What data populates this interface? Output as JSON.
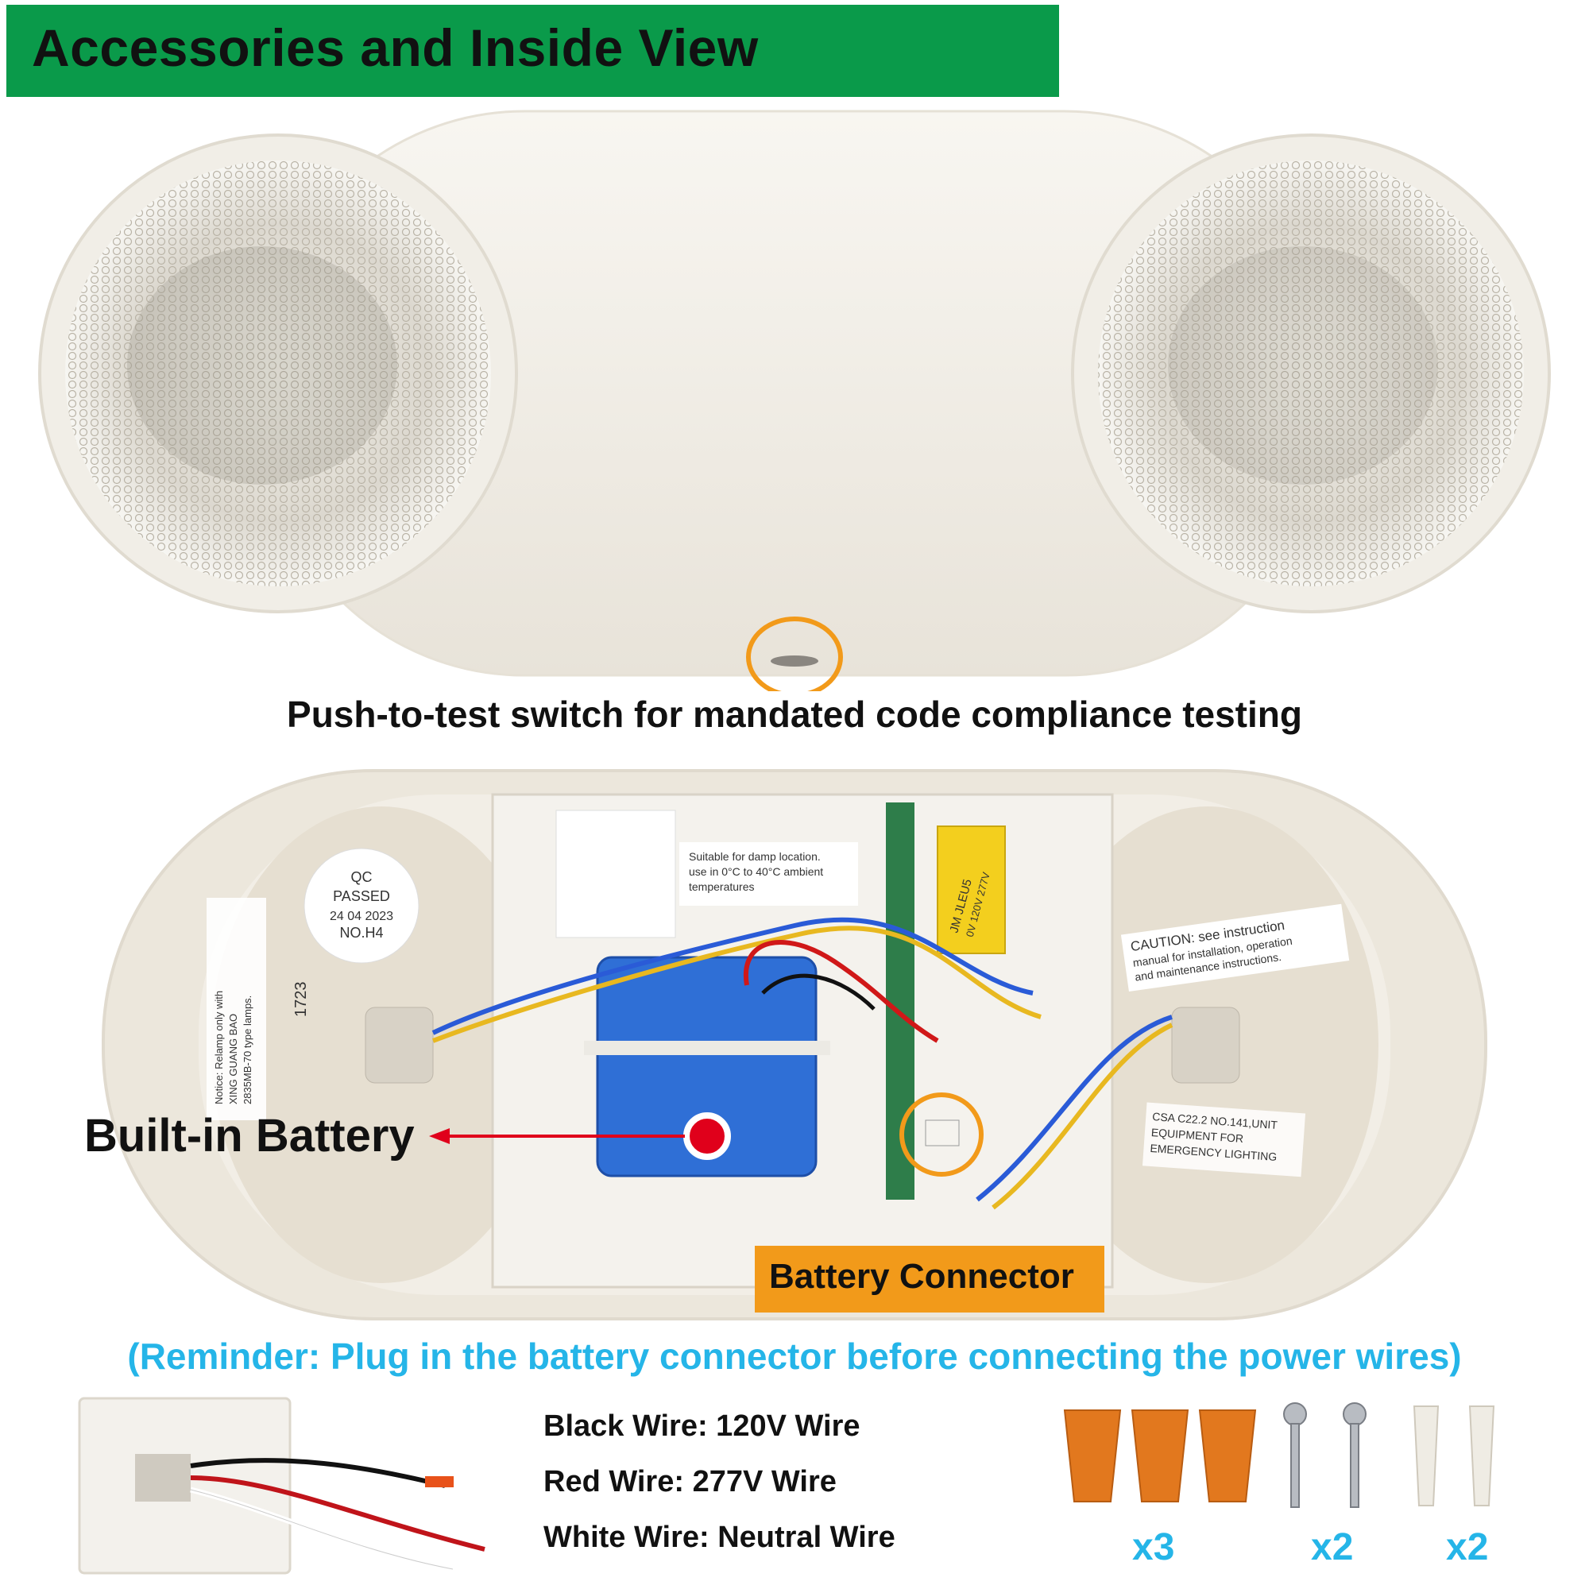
{
  "header": {
    "title": "Accessories and Inside View"
  },
  "top_view": {
    "caption": "Push-to-test switch for mandated code compliance testing"
  },
  "inside_view": {
    "battery_label": "Built-in Battery",
    "connector_label": "Battery Connector",
    "stickers": {
      "qc": [
        "QC",
        "PASSED",
        "24 04 2023",
        "NO.H4"
      ],
      "damp": [
        "Suitable for damp location.",
        "use in 0°C to 40°C ambient",
        "temperatures"
      ],
      "caution_right": [
        "CAUTION: see instruction",
        "manual for installation, operation",
        "and maintenance instructions."
      ],
      "csa": [
        "CSA C22.2 NO.141,UNIT",
        "EQUIPMENT FOR",
        "EMERGENCY LIGHTING"
      ],
      "transformer": [
        "JM JLEU5",
        "0V 120V 277V"
      ],
      "date_code": "1723",
      "relamp": [
        "Notice: Relamp only with",
        "XING GUANG BAO",
        "2835MB-70 type lamps."
      ]
    }
  },
  "reminder": "(Reminder: Plug in the battery connector before connecting the power wires)",
  "wires": [
    {
      "text": "Black Wire: 120V Wire"
    },
    {
      "text": "Red Wire: 277V Wire"
    },
    {
      "text": "White Wire: Neutral Wire"
    }
  ],
  "accessories": [
    {
      "name": "wire-nuts",
      "qty": "x3"
    },
    {
      "name": "screws",
      "qty": "x2"
    },
    {
      "name": "wall-anchors",
      "qty": "x2"
    }
  ],
  "colors": {
    "banner": "#0a9a4a",
    "accent_blue": "#25b5e8",
    "highlight_orange": "#f29a1a",
    "battery_blue": "#2f6fd6",
    "marker_red": "#e0001b"
  },
  "icons": [
    "push-test-switch-icon",
    "battery-marker-icon",
    "arrow-left-icon",
    "wire-nut-icon",
    "screw-icon",
    "anchor-icon"
  ]
}
